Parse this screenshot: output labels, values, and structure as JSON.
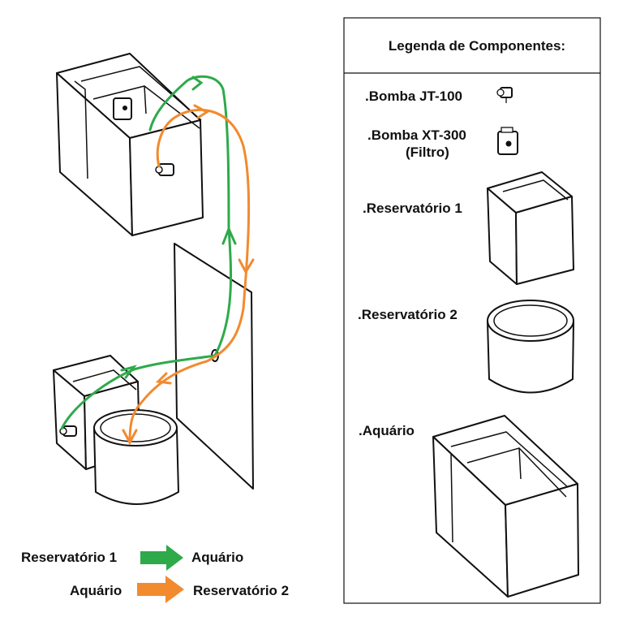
{
  "legend": {
    "title": "Legenda de Componentes:",
    "items": [
      {
        "label": ".Bomba JT-100",
        "icon": "pump-jt100-icon"
      },
      {
        "label": ".Bomba XT-300",
        "sublabel": "(Filtro)",
        "icon": "pump-xt300-icon"
      },
      {
        "label": ".Reservatório 1",
        "icon": "reservoir-box-icon"
      },
      {
        "label": ".Reservatório 2",
        "icon": "reservoir-cylinder-icon"
      },
      {
        "label": ".Aquário",
        "icon": "aquarium-icon"
      }
    ]
  },
  "flows": [
    {
      "from": "Reservatório 1",
      "to": "Aquário",
      "color": "#2eaa4a"
    },
    {
      "from": "Aquário",
      "to": "Reservatório 2",
      "color": "#f28a2e"
    }
  ],
  "colors": {
    "green": "#2eaa4a",
    "orange": "#f28a2e",
    "line": "#111111"
  }
}
